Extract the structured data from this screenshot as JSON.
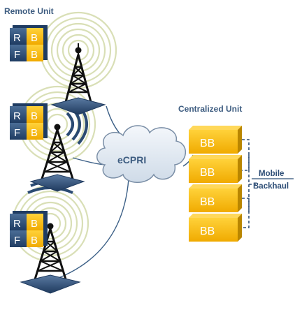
{
  "labels": {
    "remote_unit": "Remote Unit",
    "centralized_unit": "Centralized Unit",
    "ecpri": "eCPRI",
    "mobile": "Mobile",
    "backhaul": "Backhaul"
  },
  "radio_units": [
    {
      "r": "R",
      "f": "F",
      "b1": "B",
      "b2": "B"
    },
    {
      "r": "R",
      "f": "F",
      "b1": "B",
      "b2": "B"
    },
    {
      "r": "R",
      "f": "F",
      "b1": "B",
      "b2": "B"
    }
  ],
  "bb_units": [
    "BB",
    "BB",
    "BB",
    "BB"
  ],
  "colors": {
    "label_blue": "#3d5c80",
    "rf_blue": "#2e4f78",
    "bb_gold": "#f2b705",
    "bb_gold_dark": "#b98600",
    "cloud_fill": "#dfe8f2",
    "cloud_stroke": "#7a8ea6",
    "tower": "#111111",
    "base": "#2f4f77",
    "link_line": "#3b5f86",
    "ring": "#d8dfb4"
  }
}
